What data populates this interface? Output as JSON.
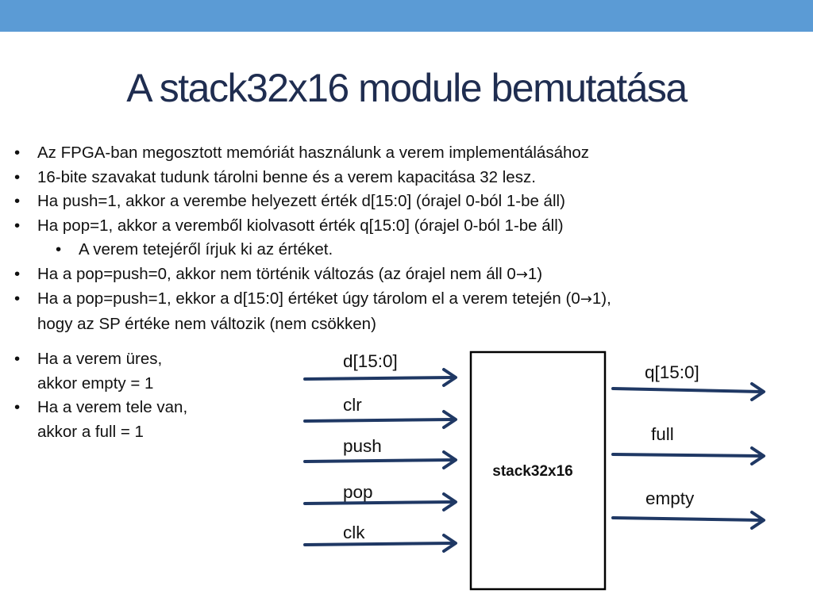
{
  "slide": {
    "title": "A stack32x16 module bemutatása",
    "bullets": [
      {
        "text": "Az FPGA-ban megosztott memóriát használunk a verem implementálásához"
      },
      {
        "text": "16-bite szavakat tudunk tárolni benne és a verem kapacitása 32 lesz."
      },
      {
        "text": "Ha push=1, akkor a verembe helyezett érték d[15:0] (órajel 0-ból 1-be áll)"
      },
      {
        "text": "Ha pop=1, akkor a veremből kiolvasott érték q[15:0] (órajel 0-ból 1-be áll)"
      },
      {
        "text": "A verem tetejéről írjuk ki az értéket."
      },
      {
        "pre": "Ha a pop=push=0, akkor nem történik változás (az órajel nem áll 0",
        "arrow": "→",
        "post": "1)"
      },
      {
        "pre": "Ha a pop=push=1, ekkor a d[15:0] értéket úgy tárolom el a verem tetején (0",
        "arrow": "→",
        "post": "1),",
        "cont": "hogy az SP értéke nem változik (nem csökken)"
      }
    ],
    "side_bullets": [
      {
        "line1": "Ha a verem üres,",
        "line2": "akkor empty = 1"
      },
      {
        "line1": "Ha a verem tele van,",
        "line2": "akkor a full = 1"
      }
    ],
    "bullet_char": "•"
  },
  "diagram": {
    "module_name": "stack32x16",
    "inputs": [
      "d[15:0]",
      "clr",
      "push",
      "pop",
      "clk"
    ],
    "outputs": [
      "q[15:0]",
      "full",
      "empty"
    ],
    "arrow_color": "#1f3864"
  }
}
